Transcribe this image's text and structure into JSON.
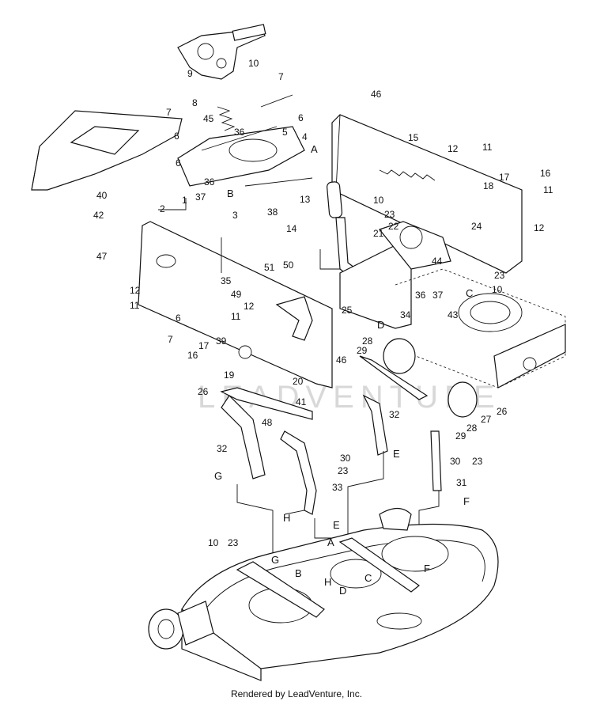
{
  "footer": "Rendered by LeadVenture, Inc.",
  "watermark": "LEADVENTURE",
  "callouts": [
    "10",
    "9",
    "7",
    "6",
    "8",
    "45",
    "36",
    "5",
    "4",
    "A",
    "6",
    "7",
    "6",
    "38",
    "37",
    "36",
    "B",
    "3",
    "40",
    "42",
    "2",
    "1",
    "46",
    "15",
    "12",
    "11",
    "17",
    "16",
    "18",
    "11",
    "12",
    "13",
    "14",
    "10",
    "23",
    "22",
    "21",
    "24",
    "44",
    "23",
    "47",
    "12",
    "11",
    "35",
    "49",
    "51",
    "50",
    "36",
    "37",
    "43",
    "C",
    "10",
    "25",
    "34",
    "D",
    "12",
    "11",
    "6",
    "7",
    "39",
    "17",
    "16",
    "19",
    "46",
    "28",
    "29",
    "20",
    "26",
    "41",
    "48",
    "32",
    "32",
    "E",
    "30",
    "23",
    "27",
    "26",
    "29",
    "28",
    "30",
    "23",
    "31",
    "F",
    "G",
    "33",
    "H",
    "E",
    "10",
    "23",
    "G",
    "B",
    "A",
    "C",
    "H",
    "D",
    "F"
  ]
}
